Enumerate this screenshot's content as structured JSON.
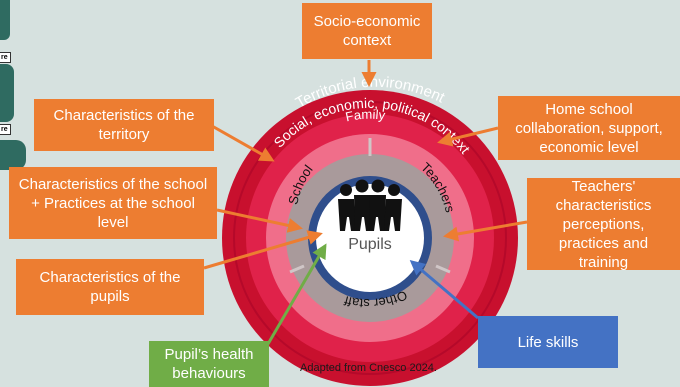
{
  "rings": {
    "territorial": "Territorial environment",
    "social": "Social, economic, political context",
    "family": "Family",
    "school": "School",
    "teachers": "Teachers",
    "other_staff": "Other staff",
    "pupils": "Pupils"
  },
  "boxes": {
    "socio_economic": "Socio-economic context",
    "territory": "Characteristics of the territory",
    "school_level": "Characteristics of the school + Practices at the school level",
    "pupils_chars": "Characteristics of the pupils",
    "health": "Pupil’s health behaviours",
    "home_school": "Home school collaboration, support, economic level",
    "teachers_chars": "Teachers' characteristics perceptions, practices and training",
    "life_skills": "Life skills"
  },
  "map_labels": [
    "re",
    "re"
  ],
  "credit": "Adapted from Cnesco 2024.",
  "colors": {
    "background": "#d6e1df",
    "outer_ring": "#c8102e",
    "ring_2": "#e0224a",
    "ring_3": "#f06e8a",
    "ring_grey": "#a99a9b",
    "pupil_ring": "#2f4e8c",
    "orange": "#ed7d31",
    "blue": "#4472c4",
    "green": "#70ad47"
  },
  "icons": [
    "pupils-group-icon"
  ]
}
